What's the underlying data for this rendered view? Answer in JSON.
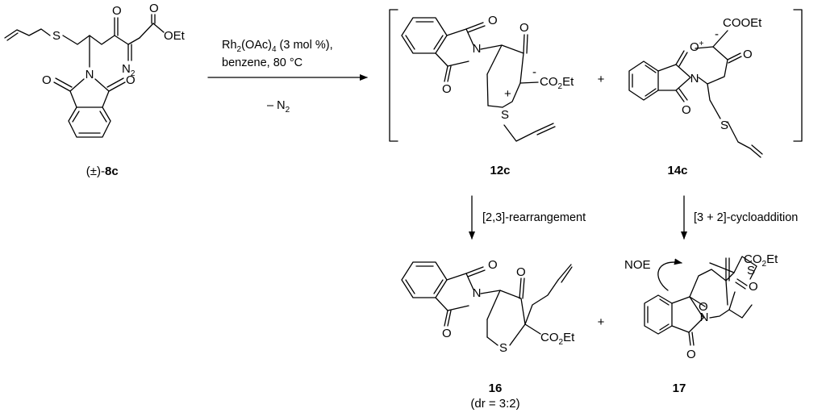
{
  "reactant": {
    "label_prefix": "(±)-",
    "label_bold": "8c",
    "atoms": {
      "S": "S",
      "O": "O",
      "OEt": "OEt",
      "N2_base": "N",
      "N2_sub": "2",
      "N": "N"
    }
  },
  "conditions": {
    "catalyst_base": "Rh",
    "catalyst_sub1": "2",
    "catalyst_mid": "(OAc)",
    "catalyst_sub2": "4",
    "catalyst_tail": " (3 mol %),",
    "solvent": "benzene, 80 °C",
    "loss_base": "– N",
    "loss_sub": "2"
  },
  "intermediates": {
    "a": {
      "label": "12c",
      "atoms": {
        "N": "N",
        "O": "O",
        "S": "S",
        "plus": "+",
        "minus": "-",
        "CO2Et_base": "CO",
        "CO2Et_sub": "2",
        "CO2Et_tail": "Et"
      }
    },
    "b": {
      "label": "14c",
      "atoms": {
        "N": "N",
        "O": "O",
        "Oplus": "O",
        "plus": "+",
        "minus": "-",
        "COOEt": "COOEt",
        "S": "S"
      }
    },
    "plus_sign": "+"
  },
  "steps": {
    "left": "[2,3]-rearrangement",
    "right": "[3 + 2]-cycloaddition"
  },
  "products": {
    "a": {
      "label": "16",
      "note": "(dr = 3:2)",
      "atoms": {
        "N": "N",
        "O": "O",
        "S": "S",
        "CO2Et_base": "CO",
        "CO2Et_sub": "2",
        "CO2Et_tail": "Et"
      }
    },
    "b": {
      "label": "17",
      "noe": "NOE",
      "atoms": {
        "N": "N",
        "O": "O",
        "S": "S",
        "CO2Et_base": "CO",
        "CO2Et_sub": "2",
        "CO2Et_tail": "Et"
      }
    },
    "plus_sign": "+"
  }
}
